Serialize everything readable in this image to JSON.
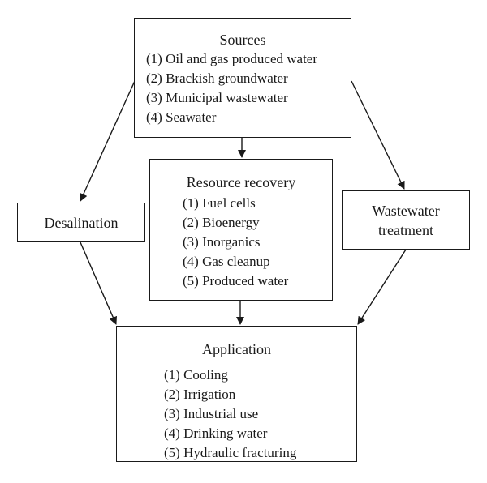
{
  "sources": {
    "title": "Sources",
    "items": [
      "(1) Oil and gas produced water",
      "(2) Brackish groundwater",
      "(3) Municipal wastewater",
      "(4) Seawater"
    ]
  },
  "resource_recovery": {
    "title": "Resource recovery",
    "items": [
      "(1) Fuel cells",
      "(2) Bioenergy",
      "(3) Inorganics",
      "(4) Gas cleanup",
      "(5) Produced water"
    ]
  },
  "desalination": {
    "title": "Desalination"
  },
  "wastewater_treatment": {
    "title_line1": "Wastewater",
    "title_line2": "treatment"
  },
  "application": {
    "title": "Application",
    "items": [
      "(1) Cooling",
      "(2) Irrigation",
      "(3) Industrial use",
      "(4) Drinking water",
      "(5) Hydraulic fracturing"
    ]
  }
}
